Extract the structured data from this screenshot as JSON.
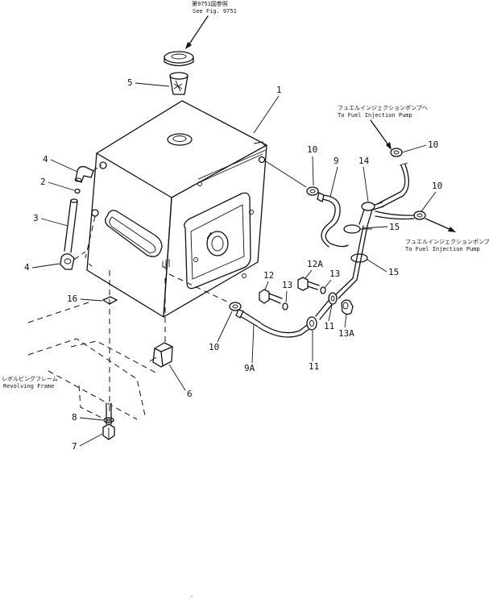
{
  "notes": {
    "see_fig_jp": "第9751図参照",
    "see_fig_en": "See Fig. 9751",
    "to_pump_top_jp": "フュエルインジェクションポンプヘ",
    "to_pump_top_en": "To Fuel Injection Pump",
    "to_pump_right_jp": "フュエルインジェクションポンプヘ",
    "to_pump_right_en": "To Fuel Injection Pump",
    "frame_jp": "レボルビングフレーム",
    "frame_en": "Revolving Frame"
  },
  "callouts": {
    "p1": "1",
    "p2": "2",
    "p3": "3",
    "p4a": "4",
    "p4b": "4",
    "p5": "5",
    "p6": "6",
    "p7": "7",
    "p8": "8",
    "p9": "9",
    "p9a": "9A",
    "p10a": "10",
    "p10b": "10",
    "p10c": "10",
    "p10d": "10",
    "p11a": "11",
    "p11b": "11",
    "p12": "12",
    "p12a": "12A",
    "p13a": "13",
    "p13b": "13",
    "p13c": "13A",
    "p14": "14",
    "p15a": "15",
    "p15b": "15",
    "p16": "16"
  }
}
